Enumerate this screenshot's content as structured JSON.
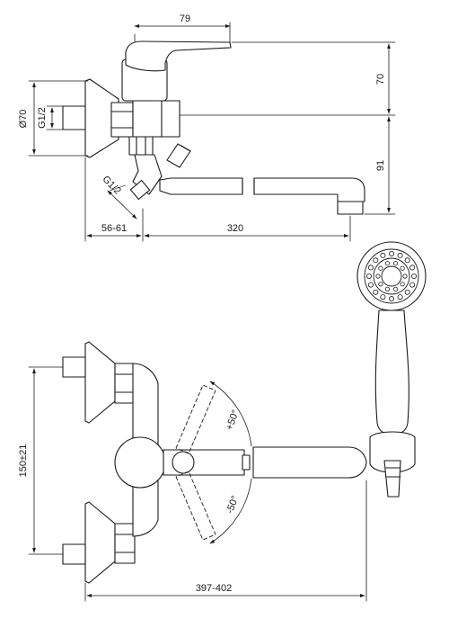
{
  "drawing": {
    "line_color": "#1a1a1a",
    "fill_color": "#ffffff"
  },
  "dimensions": {
    "lever_length": "79",
    "height_upper": "70",
    "height_lower": "91",
    "escutcheon_diameter": "Ø70",
    "thread_left": "G1/2",
    "thread_hose": "G1/2",
    "wall_offset": "56-61",
    "spout_reach": "320",
    "centre_distance": "150±21",
    "rotation_up": "+50°",
    "rotation_down": "-50°",
    "overall_width": "397-402"
  }
}
